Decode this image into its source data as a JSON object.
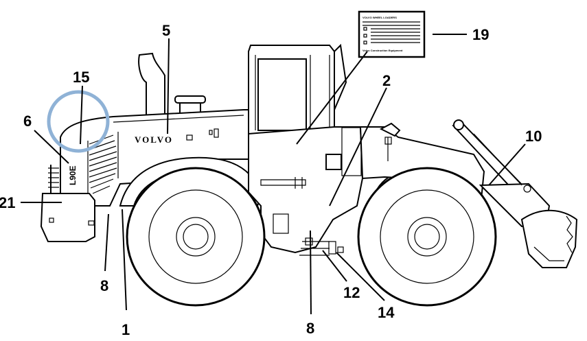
{
  "diagram": {
    "brand_text": "VOLVO",
    "model_text": "L90E",
    "decal": {
      "heading": "VOLVO WHEEL LOADERS",
      "footer": "Volvo Construction Equipment"
    },
    "highlight_color": "#8fb2d6",
    "callouts": [
      {
        "id": "c5",
        "label": "5"
      },
      {
        "id": "c15",
        "label": "15"
      },
      {
        "id": "c6",
        "label": "6"
      },
      {
        "id": "c21",
        "label": "21"
      },
      {
        "id": "c8a",
        "label": "8"
      },
      {
        "id": "c1",
        "label": "1"
      },
      {
        "id": "c19",
        "label": "19"
      },
      {
        "id": "c2",
        "label": "2"
      },
      {
        "id": "c10",
        "label": "10"
      },
      {
        "id": "c12",
        "label": "12"
      },
      {
        "id": "c14",
        "label": "14"
      },
      {
        "id": "c8b",
        "label": "8"
      }
    ]
  }
}
